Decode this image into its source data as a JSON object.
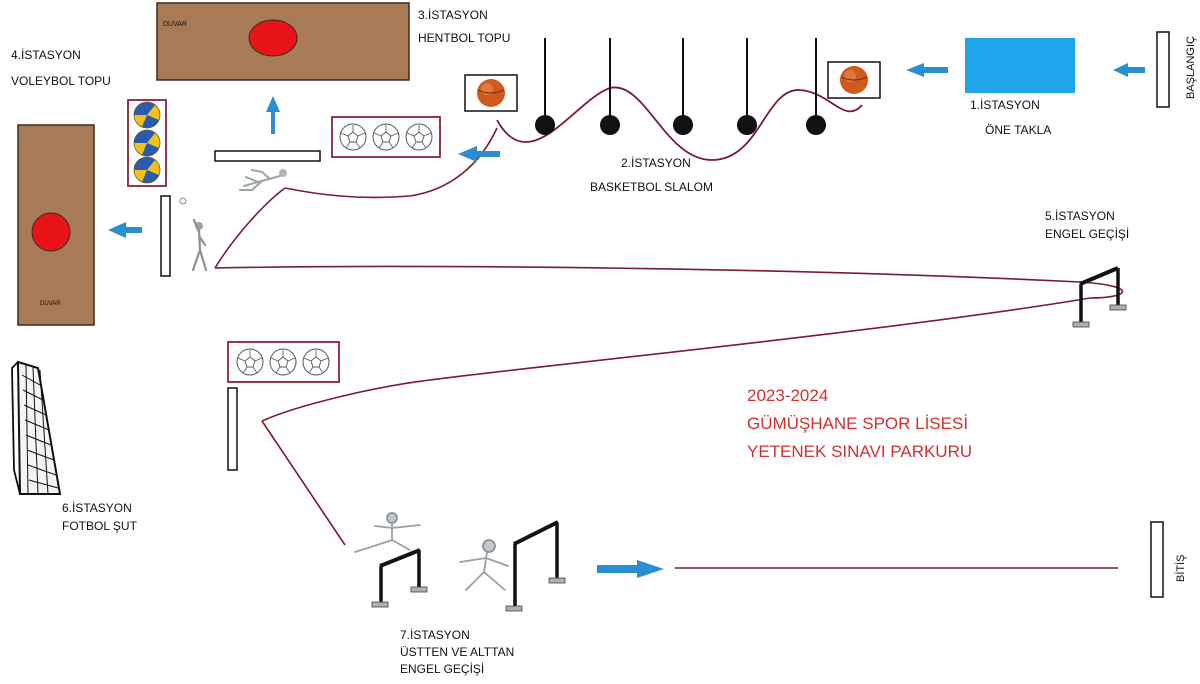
{
  "colors": {
    "wall": "#a97a56",
    "wall_border": "#3a2a1f",
    "target": "#e8141a",
    "station1_mat": "#1ea4e8",
    "arrow": "#2a8fd0",
    "course_line": "#7a1d2a",
    "title": "#d32f2f",
    "basketball": "#d05a1e",
    "volleyball_blue": "#2a5bb0",
    "volleyball_yellow": "#f2c21b",
    "ball_frame": "#8b2332"
  },
  "labels": {
    "start": "BAŞLANGIÇ",
    "finish": "BİTİŞ",
    "wall_top": "DUVAR",
    "wall_left": "DUVAR"
  },
  "stations": {
    "s1": {
      "name": "1.İSTASYON",
      "desc": "ÖNE TAKLA"
    },
    "s2": {
      "name": "2.İSTASYON",
      "desc": "BASKETBOL SLALOM"
    },
    "s3": {
      "name": "3.İSTASYON",
      "desc": "HENTBOL TOPU"
    },
    "s4": {
      "name": "4.İSTASYON",
      "desc": "VOLEYBOL TOPU"
    },
    "s5": {
      "name": "5.İSTASYON",
      "desc": "ENGEL GEÇİŞİ"
    },
    "s6": {
      "name": "6.İSTASYON",
      "desc": "FOTBOL ŞUT"
    },
    "s7": {
      "name": "7.İSTASYON",
      "desc1": "ÜSTTEN VE ALTTAN",
      "desc2": "ENGEL GEÇİŞİ"
    }
  },
  "title": {
    "line1": "2023-2024",
    "line2": "GÜMÜŞHANE SPOR LİSESİ",
    "line3": "YETENEK SINAVI PARKURU"
  },
  "icons": [
    "arrow-icon",
    "basketball-icon",
    "volleyball-icon",
    "football-icon",
    "hurdle-icon",
    "goal-net-icon",
    "athlete-icon"
  ]
}
